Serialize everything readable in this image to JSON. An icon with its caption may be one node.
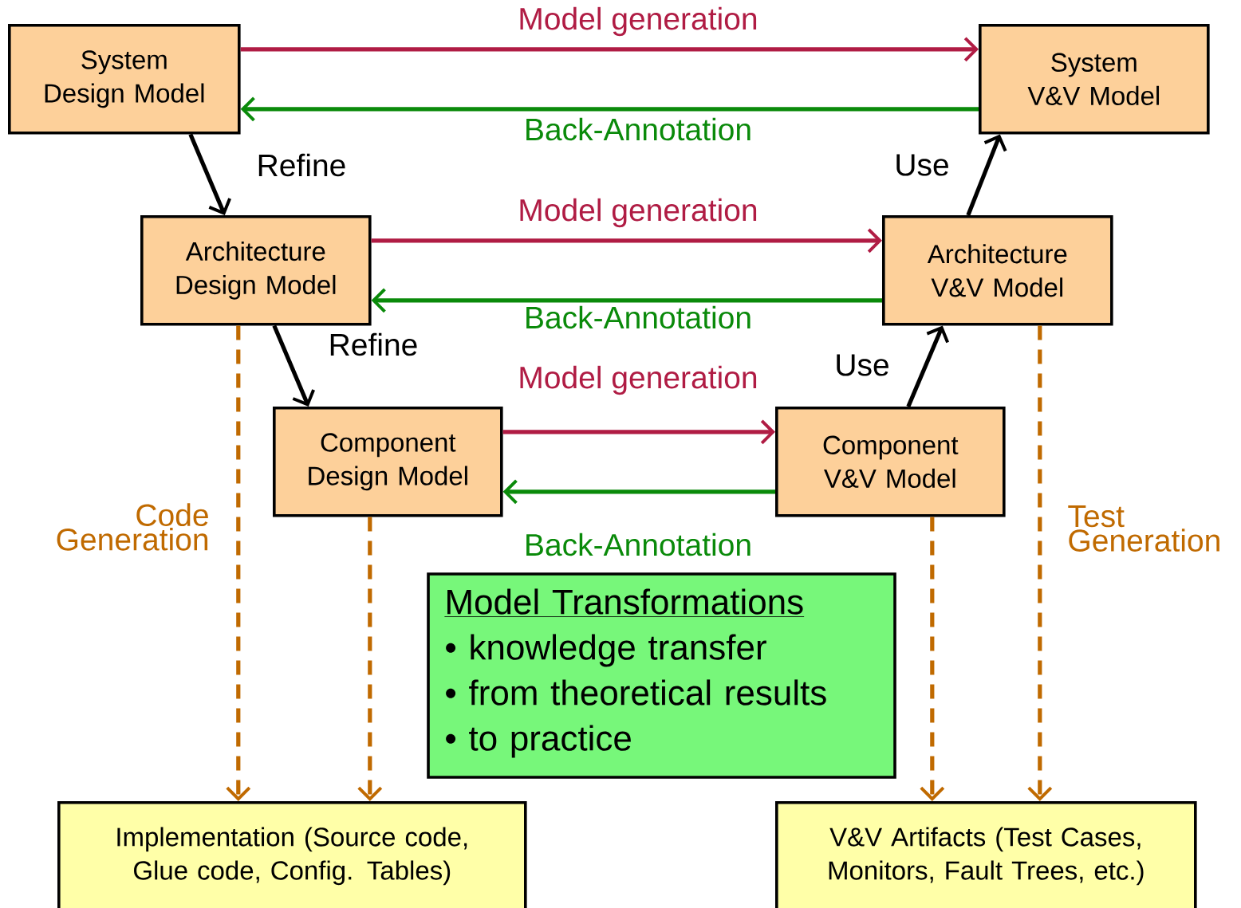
{
  "diagram": {
    "nodes": [
      {
        "text": [
          "System Design Model"
        ]
      },
      {
        "text": [
          "System V&V Model"
        ]
      },
      {
        "text": [
          "Architecture Design Model"
        ]
      },
      {
        "text": [
          "Architecture V&V Model"
        ]
      },
      {
        "text": [
          "Component Design Model"
        ]
      },
      {
        "text": [
          "Component V&V Model"
        ]
      },
      {
        "text": [
          "Implementation (Source code, Glue code, Config. Tables)"
        ]
      },
      {
        "text": [
          "V&V Artifacts (Test Cases, Monitors, Fault Trees, etc.)"
        ]
      },
      {
        "text": [
          "Model Transformations",
          "• knowledge transfer",
          "• from theoretical results",
          "• to practice"
        ]
      }
    ],
    "edges": [
      {
        "from": 0,
        "to": 1,
        "arrow": "to",
        "label": "Model generation",
        "color": "#b01c44"
      },
      {
        "from": 1,
        "to": 0,
        "arrow": "to",
        "label": "Back-Annotation",
        "color": "#0a8a0a"
      },
      {
        "from": 0,
        "to": 2,
        "arrow": "to",
        "label": "Refine"
      },
      {
        "from": 2,
        "to": 3,
        "arrow": "to",
        "label": "Model generation",
        "color": "#b01c44"
      },
      {
        "from": 3,
        "to": 2,
        "arrow": "to",
        "label": "Back-Annotation",
        "color": "#0a8a0a"
      },
      {
        "from": 2,
        "to": 4,
        "arrow": "to",
        "label": "Refine"
      },
      {
        "from": 4,
        "to": 5,
        "arrow": "to",
        "label": "Model generation",
        "color": "#b01c44"
      },
      {
        "from": 5,
        "to": 4,
        "arrow": "to",
        "label": "Back-Annotation",
        "color": "#0a8a0a"
      },
      {
        "from": 5,
        "to": 3,
        "arrow": "to",
        "label": "Use"
      },
      {
        "from": 3,
        "to": 1,
        "arrow": "to",
        "label": "Use"
      },
      {
        "from": 2,
        "to": 6,
        "arrow": "to",
        "style": "dashed",
        "color": "#c06a00"
      },
      {
        "from": 4,
        "to": 6,
        "arrow": "to",
        "style": "dashed",
        "color": "#c06a00"
      },
      {
        "from": 5,
        "to": 7,
        "arrow": "to",
        "style": "dashed",
        "color": "#c06a00"
      },
      {
        "from": 3,
        "to": 7,
        "arrow": "to",
        "style": "dashed",
        "color": "#c06a00"
      }
    ],
    "labels": [
      "Code Generation",
      "Test Generation"
    ]
  }
}
